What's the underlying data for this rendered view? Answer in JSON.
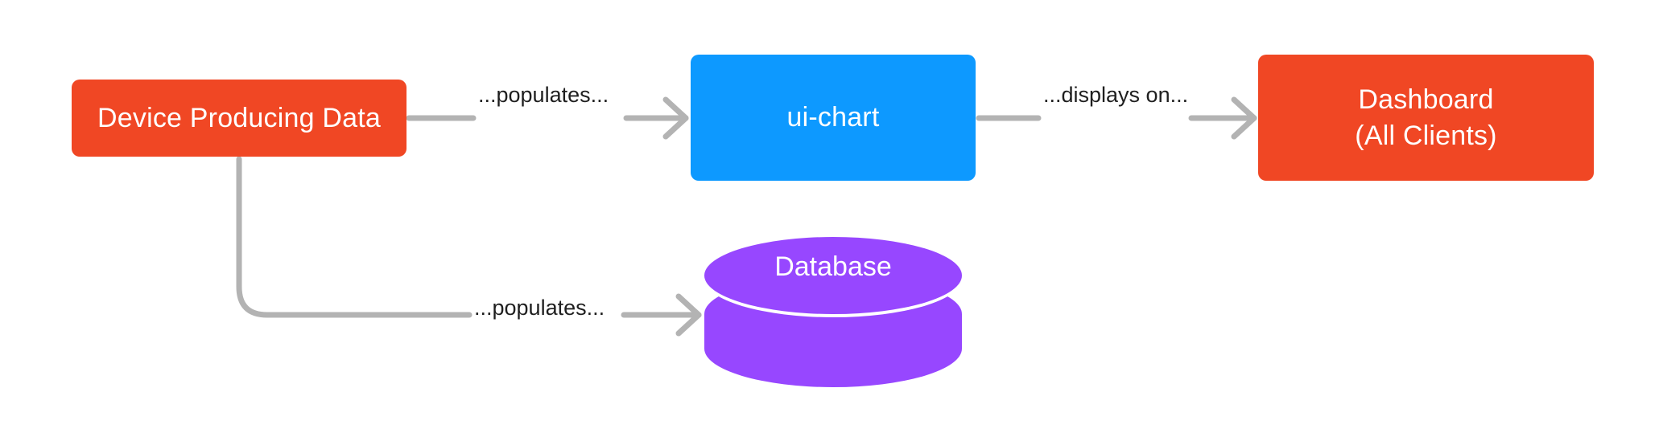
{
  "diagram": {
    "type": "flow-diagram",
    "background_color": "#FFFFFF",
    "nodes": [
      {
        "id": "device",
        "label": "Device Producing Data",
        "shape": "rounded-rectangle",
        "color": "#F04724",
        "text_color": "#FFFFFF"
      },
      {
        "id": "ui-chart",
        "label": "ui-chart",
        "shape": "rounded-rectangle",
        "color": "#0D99FF",
        "text_color": "#FFFFFF"
      },
      {
        "id": "dashboard",
        "label_line1": "Dashboard",
        "label_line2": "(All Clients)",
        "shape": "rounded-rectangle",
        "color": "#F04724",
        "text_color": "#FFFFFF"
      },
      {
        "id": "database",
        "label": "Database",
        "shape": "cylinder",
        "color": "#9747FF",
        "text_color": "#FFFFFF"
      }
    ],
    "edges": [
      {
        "id": "device-to-uichart",
        "from": "device",
        "to": "ui-chart",
        "label": "...populates...",
        "color": "#B3B3B3",
        "arrow": "open-arrowhead"
      },
      {
        "id": "uichart-to-dashboard",
        "from": "ui-chart",
        "to": "dashboard",
        "label": "...displays on...",
        "color": "#B3B3B3",
        "arrow": "open-arrowhead"
      },
      {
        "id": "device-to-database",
        "from": "device",
        "to": "database",
        "label": "...populates...",
        "color": "#B3B3B3",
        "arrow": "open-arrowhead"
      }
    ]
  }
}
